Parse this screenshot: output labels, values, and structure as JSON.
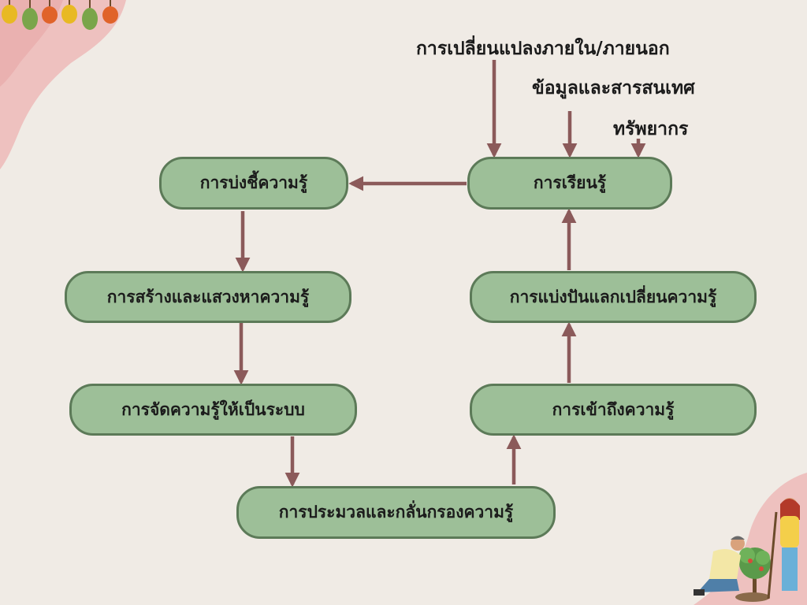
{
  "inputs": {
    "change": "การเปลี่ยนแปลงภายใน/ภายนอก",
    "information": "ข้อมูลและสารสนเทศ",
    "resources": "ทรัพยากร"
  },
  "nodes": {
    "learning": "การเรียนรู้",
    "identify": "การบ่งชี้ความรู้",
    "create": "การสร้างและแสวงหาความรู้",
    "organize": "การจัดความรู้ให้เป็นระบบ",
    "process": "การประมวลและกลั่นกรองความรู้",
    "access": "การเข้าถึงความรู้",
    "share": "การแบ่งปันแลกเปลี่ยนความรู้"
  },
  "colors": {
    "background": "#f0ebe5",
    "box_fill": "#9dbf98",
    "box_border": "#5c7a58",
    "arrow": "#8b5a5a",
    "accent_pink": "#eec1bf"
  }
}
